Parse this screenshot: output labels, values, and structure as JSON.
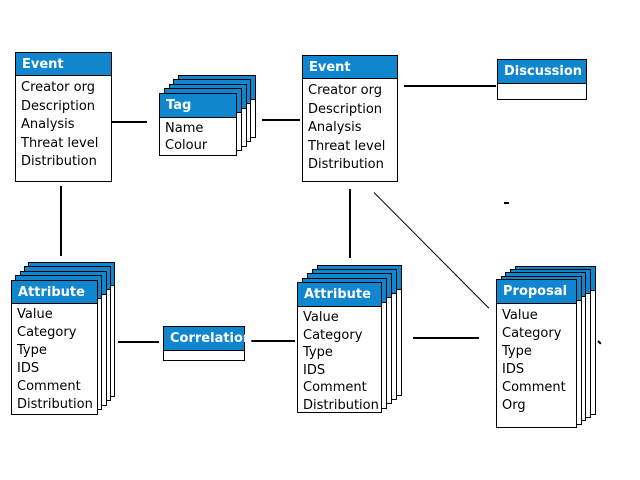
{
  "colors": {
    "header_bg": "#1086cf",
    "header_text": "#ffffff",
    "border": "#000000",
    "background": "#ffffff"
  },
  "boxes": {
    "event_left": {
      "title": "Event",
      "fields": [
        "Creator org",
        "Description",
        "Analysis",
        "Threat level",
        "Distribution"
      ]
    },
    "tag": {
      "title": "Tag",
      "fields": [
        "Name",
        "Colour"
      ]
    },
    "event_right": {
      "title": "Event",
      "fields": [
        "Creator org",
        "Description",
        "Analysis",
        "Threat level",
        "Distribution"
      ]
    },
    "discussion": {
      "title": "Discussion",
      "fields": []
    },
    "attribute_left": {
      "title": "Attribute",
      "fields": [
        "Value",
        "Category",
        "Type",
        "IDS",
        "Comment",
        "Distribution"
      ]
    },
    "correlation": {
      "title": "Correlation",
      "fields": []
    },
    "attribute_center": {
      "title": "Attribute",
      "fields": [
        "Value",
        "Category",
        "Type",
        "IDS",
        "Comment",
        "Distribution"
      ]
    },
    "proposal": {
      "title": "Proposal",
      "fields": [
        "Value",
        "Category",
        "Type",
        "IDS",
        "Comment",
        "Org"
      ]
    }
  },
  "connectors": [
    "event-left to tag",
    "tag to event-right",
    "event-right to discussion",
    "event-left to attribute-left",
    "event-right to attribute-center",
    "event-right to proposal (diagonal)",
    "attribute-left to correlation",
    "correlation to attribute-center",
    "attribute-center to proposal"
  ]
}
